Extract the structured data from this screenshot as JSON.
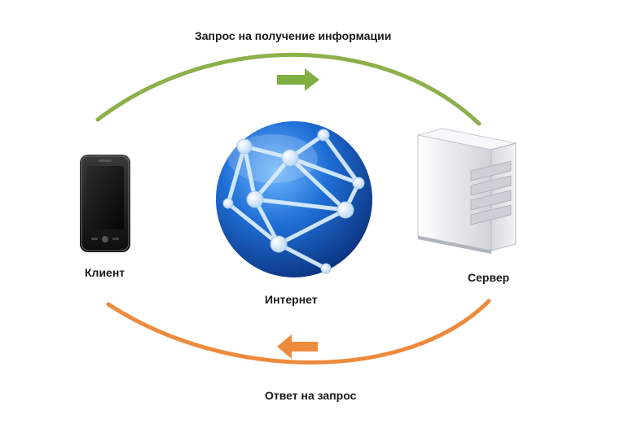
{
  "diagram": {
    "request_label": "Запрос на получение информации",
    "response_label": "Ответ на запрос",
    "client_label": "Клиент",
    "internet_label": "Интернет",
    "server_label": "Сервер",
    "request_color": "#8cb04a",
    "response_color": "#ee8a3c",
    "globe_color": "#1f6fd6",
    "icons": {
      "client": "smartphone-icon",
      "internet": "globe-network-icon",
      "server": "server-tower-icon",
      "request_arrow": "arrow-right-icon",
      "response_arrow": "arrow-left-icon"
    }
  }
}
